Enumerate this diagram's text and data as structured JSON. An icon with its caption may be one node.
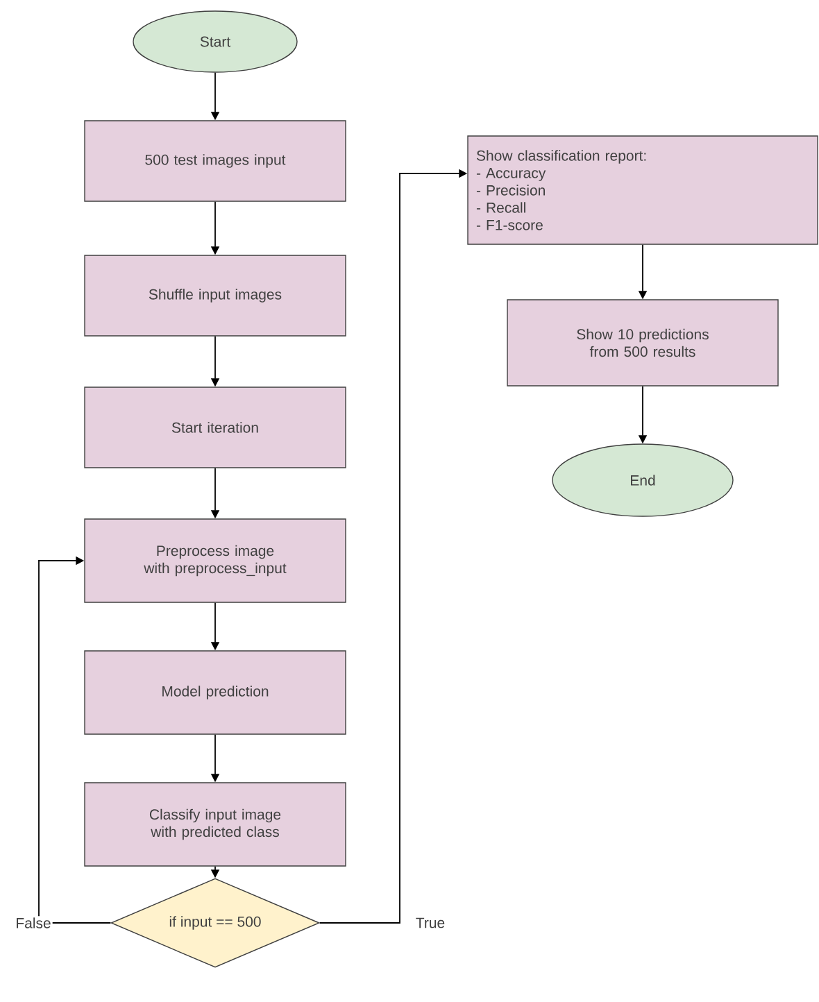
{
  "diagram": {
    "nodes": [
      {
        "text": [
          "Start"
        ]
      },
      {
        "text": [
          "500 test images input"
        ]
      },
      {
        "text": [
          "Shuffle input images"
        ]
      },
      {
        "text": [
          "Start iteration"
        ]
      },
      {
        "text": [
          "Preprocess image with preprocess_input"
        ]
      },
      {
        "text": [
          "Model prediction"
        ]
      },
      {
        "text": [
          "Classify input image with predicted class"
        ]
      },
      {
        "text": [
          "if input == 500"
        ]
      },
      {
        "text": [
          "Show classification report:",
          "- Accuracy",
          "- Precision",
          "- Recall",
          "- F1-score"
        ]
      },
      {
        "text": [
          "Show 10 predictions from 500 results"
        ]
      },
      {
        "text": [
          "End"
        ]
      }
    ],
    "edges": [
      {
        "from": 0,
        "to": 1,
        "arrow": "to"
      },
      {
        "from": 1,
        "to": 2,
        "arrow": "to"
      },
      {
        "from": 2,
        "to": 3,
        "arrow": "to"
      },
      {
        "from": 3,
        "to": 4,
        "arrow": "to"
      },
      {
        "from": 4,
        "to": 5,
        "arrow": "to"
      },
      {
        "from": 5,
        "to": 6,
        "arrow": "to"
      },
      {
        "from": 6,
        "to": 7,
        "arrow": "to"
      },
      {
        "from": 7,
        "to": 4,
        "arrow": "to",
        "label": "False"
      },
      {
        "from": 7,
        "to": 8,
        "arrow": "to",
        "label": "True"
      },
      {
        "from": 8,
        "to": 9,
        "arrow": "to"
      },
      {
        "from": 9,
        "to": 10,
        "arrow": "to"
      }
    ]
  }
}
